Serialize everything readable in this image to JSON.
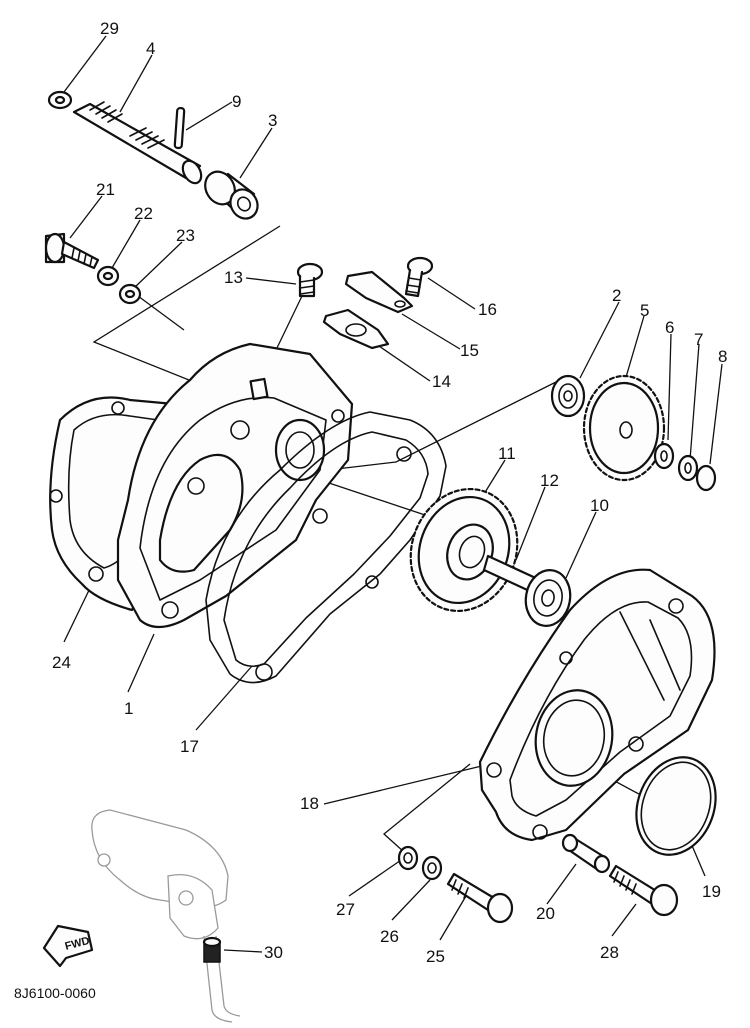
{
  "diagram": {
    "parts": [
      {
        "key": "p29",
        "label": "29"
      },
      {
        "key": "p4",
        "label": "4"
      },
      {
        "key": "p9",
        "label": "9"
      },
      {
        "key": "p3",
        "label": "3"
      },
      {
        "key": "p21",
        "label": "21"
      },
      {
        "key": "p22",
        "label": "22"
      },
      {
        "key": "p23",
        "label": "23"
      },
      {
        "key": "p13",
        "label": "13"
      },
      {
        "key": "p16",
        "label": "16"
      },
      {
        "key": "p15",
        "label": "15"
      },
      {
        "key": "p14",
        "label": "14"
      },
      {
        "key": "p2",
        "label": "2"
      },
      {
        "key": "p5",
        "label": "5"
      },
      {
        "key": "p6",
        "label": "6"
      },
      {
        "key": "p7",
        "label": "7"
      },
      {
        "key": "p8",
        "label": "8"
      },
      {
        "key": "p11",
        "label": "11"
      },
      {
        "key": "p12",
        "label": "12"
      },
      {
        "key": "p10",
        "label": "10"
      },
      {
        "key": "p24",
        "label": "24"
      },
      {
        "key": "p1",
        "label": "1"
      },
      {
        "key": "p17",
        "label": "17"
      },
      {
        "key": "p18",
        "label": "18"
      },
      {
        "key": "p19",
        "label": "19"
      },
      {
        "key": "p27",
        "label": "27"
      },
      {
        "key": "p26",
        "label": "26"
      },
      {
        "key": "p25",
        "label": "25"
      },
      {
        "key": "p20",
        "label": "20"
      },
      {
        "key": "p28",
        "label": "28"
      },
      {
        "key": "p30",
        "label": "30"
      }
    ],
    "drawing_code": "8J6100-0060",
    "fwd_marker": "FWD"
  }
}
